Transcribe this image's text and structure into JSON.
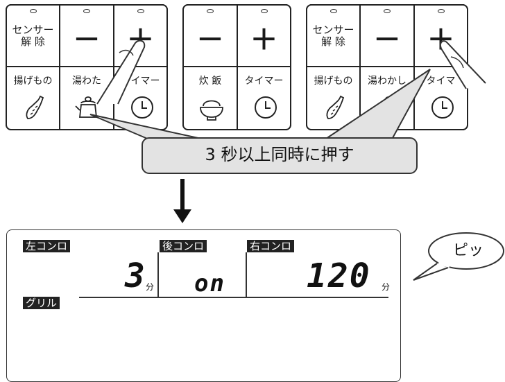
{
  "panel_left": {
    "unlock_line1": "センサー",
    "unlock_line2": "解 除",
    "minus": "－",
    "plus": "＋",
    "fry": "揚げもの",
    "boil": "湯わた",
    "timer": "タイマー"
  },
  "panel_middle": {
    "minus": "－",
    "plus": "＋",
    "rice": "炊 飯",
    "timer": "タイマー"
  },
  "panel_right": {
    "unlock_line1": "センサー",
    "unlock_line2": "解 除",
    "minus": "－",
    "plus": "＋",
    "fry": "揚げもの",
    "boil": "湯わかし",
    "timer": "タイマ"
  },
  "instruction": "3 秒以上同時に押す",
  "beep": "ピッ",
  "display": {
    "left_label": "左コンロ",
    "left_value": "3",
    "left_unit": "分",
    "rear_label": "後コンロ",
    "rear_value": "on",
    "right_label": "右コンロ",
    "right_value": "120",
    "right_unit": "分",
    "grill_label": "グリル"
  }
}
